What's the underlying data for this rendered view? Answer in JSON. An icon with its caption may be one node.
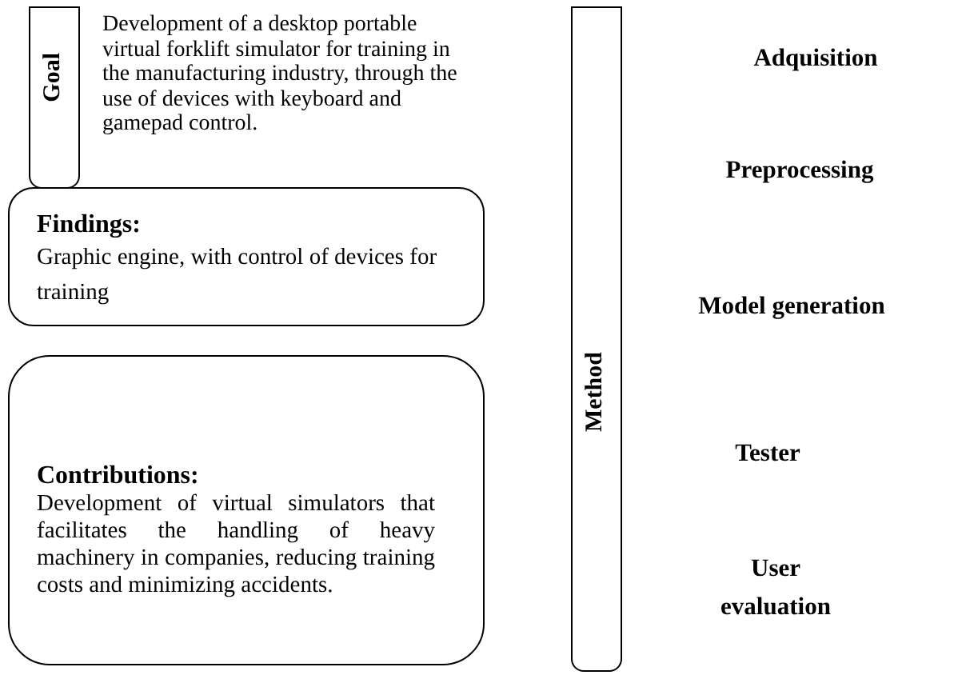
{
  "diagram": {
    "nodes": [
      {
        "text": [
          "Goal"
        ],
        "beside": [
          "Development of a desktop portable virtual forklift simulator for training in the manufacturing industry, through the use of devices with keyboard and gamepad control."
        ]
      },
      {
        "text": [
          "Findings:",
          "Graphic engine, with control of devices for training"
        ]
      },
      {
        "text": [
          "Contributions:",
          "Development of virtual simulators that facilitates the handling of heavy machinery in companies, reducing training costs and minimizing accidents."
        ]
      },
      {
        "text": [
          "Method"
        ]
      }
    ],
    "edges": [],
    "labels": [
      "Adquisition",
      "Preprocessing",
      "Model generation",
      "Tester",
      "User evaluation"
    ]
  }
}
